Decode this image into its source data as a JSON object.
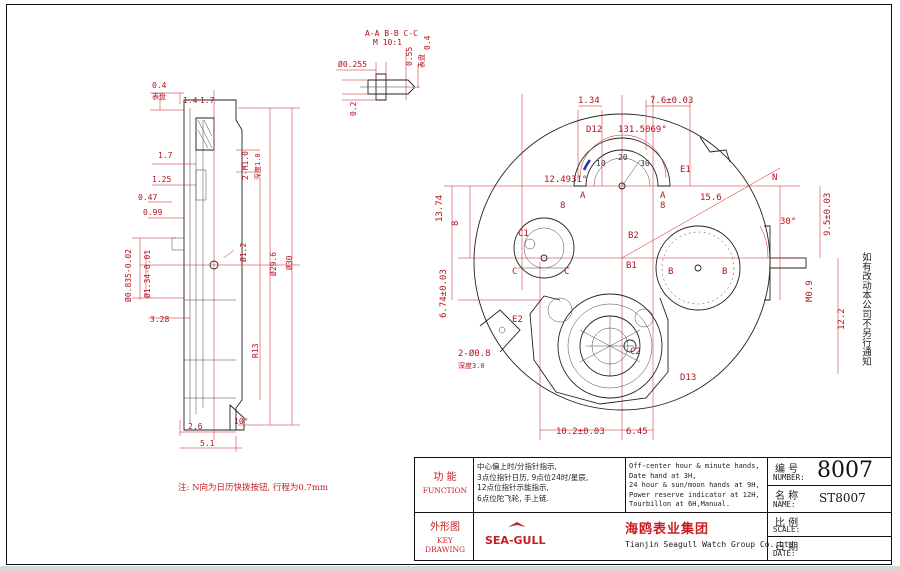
{
  "drawing_number": "8007",
  "title_block": {
    "function_cn": "功 能",
    "function_en": "FUNCTION",
    "description_cn": [
      "中心偏上时/分指针指示,",
      "3点位指针日历, 9点位24时/星辰,",
      "12点位指针示能指示,",
      "6点位陀飞轮, 手上链."
    ],
    "description_en": [
      "Off-center hour & minute hands,",
      "Date hand at 3H,",
      "24 hour & sun/moon hands at 9H,",
      "Power reserve indicator at 12H,",
      "Tourbillon at 6H,Manual."
    ],
    "number_cn": "编 号",
    "number_en": "NUMBER:",
    "number_value": "8007",
    "name_cn": "名 称",
    "name_en": "NAME:",
    "name_value": "ST8007",
    "key_drawing_cn": "外形图",
    "key_drawing_en": "KEY DRAWING",
    "brand": "SEA-GULL",
    "company_cn": "海鸥表业集团",
    "company_en": "Tianjin Seagull Watch Group Co.,Ltd",
    "scale_cn": "比 例",
    "scale_en": "SCALE:",
    "date_cn": "日 期",
    "date_en": "DATE:"
  },
  "side_note": "如有改动本公司不另行通知",
  "bottom_note": "注: N向为日历快拨按钮, 行程为0.7mm",
  "section_label": {
    "line1": "A-A  B-B  C-C",
    "line2": "M 10:1"
  },
  "dims_side": [
    "0.4",
    "表盘",
    "1.4",
    "1.7",
    "1.7",
    "1.25",
    "0.47",
    "0.99",
    "Ø0.835-0.02",
    "Ø1.34-0.01",
    "3.28",
    "2.6",
    "5.1",
    "10°",
    "2-M1.0",
    "深度1.0",
    "Ø1.2",
    "Ø29.6",
    "Ø30",
    "R13"
  ],
  "dims_section": [
    "Ø0.255",
    "0.55",
    "0.4",
    "0.2",
    "表盘"
  ],
  "dims_main": [
    "1.34",
    "7.6±0.03",
    "D12",
    "131.5069°",
    "12.4931°",
    "A",
    "A",
    "E1",
    "N",
    "15.6",
    "30°",
    "8",
    "8",
    "8",
    "13.74",
    "B2",
    "9.5±0.03",
    "C1",
    "C",
    "C",
    "B",
    "B",
    "M0.9",
    "6.74±0.03",
    "E2",
    "2-Ø0.8",
    "深度3.0",
    "12.2",
    "D13",
    "10.2±0.03",
    "6.45",
    "C2",
    "B1"
  ]
}
